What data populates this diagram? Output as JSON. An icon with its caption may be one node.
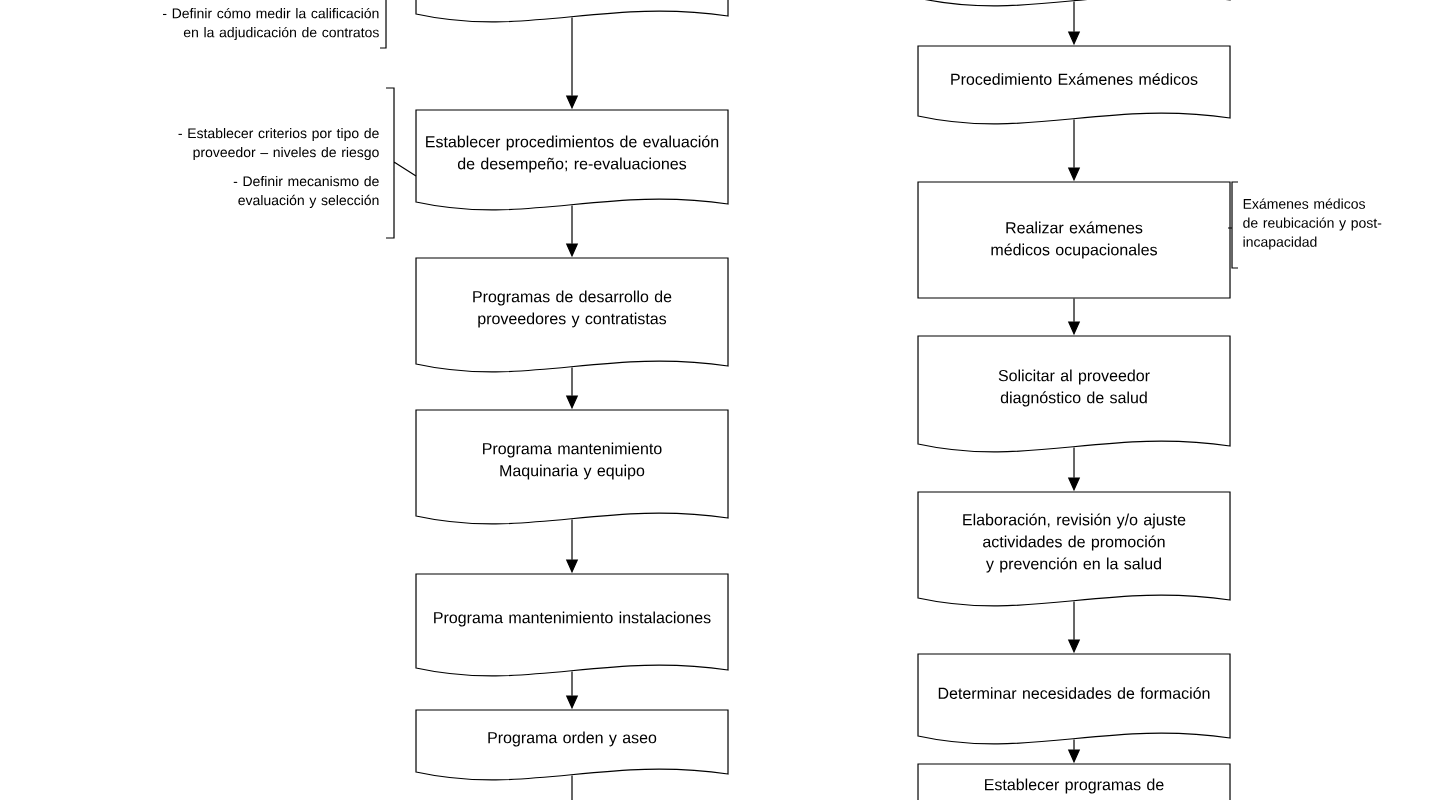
{
  "diagram": {
    "nodes": [
      {
        "text": [],
        "shape": "box",
        "beside": [
          "- Definir cómo medir la calificación en la adjudicación de contratos"
        ]
      },
      {
        "text": [
          "Establecer procedimientos de evaluación de desempeño; re-evaluaciones"
        ],
        "beside": [
          "- Establecer criterios por tipo de proveedor – niveles de riesgo",
          "- Definir mecanismo de evaluación y selección"
        ]
      },
      {
        "text": [
          "Programas de desarrollo de proveedores y contratistas"
        ]
      },
      {
        "text": [
          "Programa mantenimiento Maquinaria y equipo"
        ]
      },
      {
        "text": [
          "Programa mantenimiento instalaciones"
        ]
      },
      {
        "text": [
          "Programa orden y aseo"
        ]
      },
      {
        "text": [],
        "shape": "box"
      },
      {
        "text": [
          "Procedimiento Exámenes médicos"
        ]
      },
      {
        "text": [
          "Realizar exámenes médicos ocupacionales"
        ],
        "beside": [
          "Exámenes médicos de reubicación y post-incapacidad"
        ]
      },
      {
        "text": [
          "Solicitar al proveedor diagnóstico de salud"
        ]
      },
      {
        "text": [
          "Elaboración, revisión y/o ajuste actividades de promoción y prevención en la salud"
        ]
      },
      {
        "text": [
          "Determinar necesidades de formación"
        ]
      },
      {
        "text": [
          "Establecer programas de"
        ]
      }
    ],
    "edges": [
      {
        "from": 0,
        "to": 1,
        "arrow": "to"
      },
      {
        "from": 1,
        "to": 2,
        "arrow": "to"
      },
      {
        "from": 2,
        "to": 3,
        "arrow": "to"
      },
      {
        "from": 3,
        "to": 4,
        "arrow": "to"
      },
      {
        "from": 4,
        "to": 5,
        "arrow": "to"
      },
      {
        "from": 5,
        "to": null,
        "arrow": "none"
      },
      {
        "from": 6,
        "to": 7,
        "arrow": "to"
      },
      {
        "from": 7,
        "to": 8,
        "arrow": "to"
      },
      {
        "from": 8,
        "to": 9,
        "arrow": "to"
      },
      {
        "from": 9,
        "to": 10,
        "arrow": "to"
      },
      {
        "from": 10,
        "to": 11,
        "arrow": "to"
      },
      {
        "from": 11,
        "to": 12,
        "arrow": "to"
      }
    ]
  }
}
